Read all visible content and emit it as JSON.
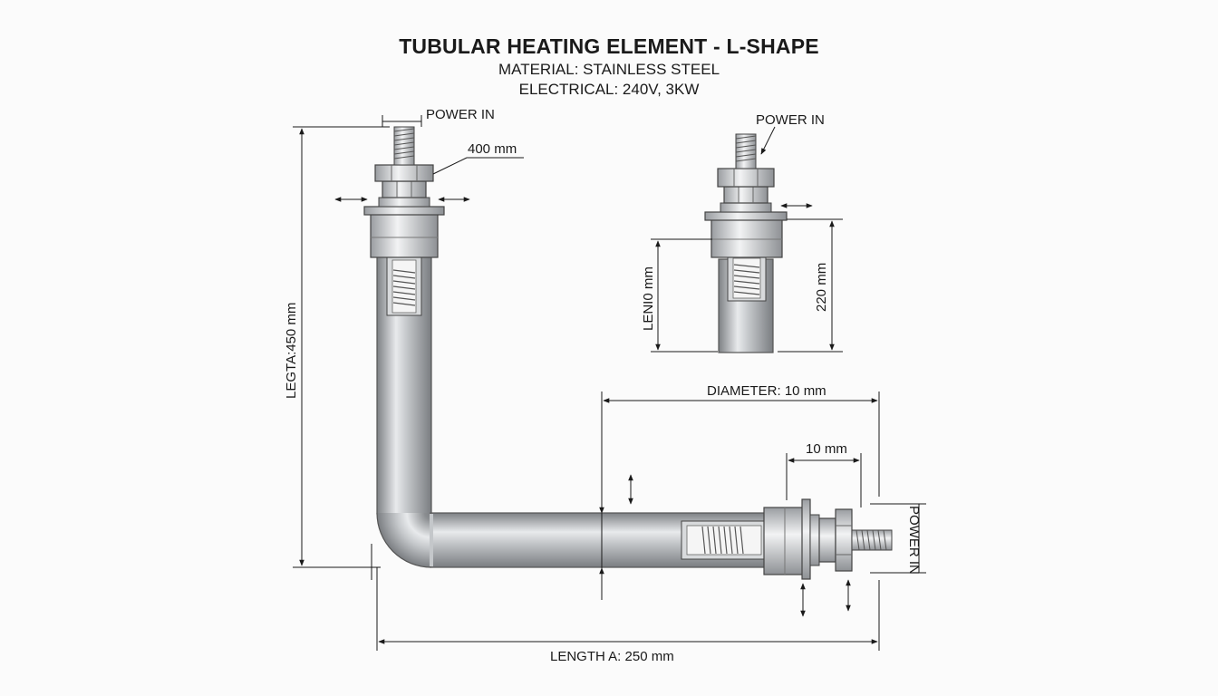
{
  "header": {
    "title": "TUBULAR HEATING ELEMENT - L-SHAPE",
    "material": "MATERIAL: STAINLESS STEEL",
    "electrical": "ELECTRICAL: 240V, 3KW"
  },
  "labels": {
    "power_in_top": "POWER IN",
    "dim_400": "400 mm",
    "leg_vertical": "LEGTA:450 mm",
    "power_in_detail": "POWER IN",
    "detail_len": "LENI0 mm",
    "detail_220": "220 mm",
    "diameter": "DIAMETER: 10 mm",
    "dim_10": "10 mm",
    "power_in_right": "POWER IN",
    "length_a": "LENGTH A: 250 mm"
  },
  "colors": {
    "tube_dark": "#8a8d90",
    "tube_light": "#e6e8ea",
    "line": "#1a1a1a",
    "background": "#fbfbfb"
  }
}
